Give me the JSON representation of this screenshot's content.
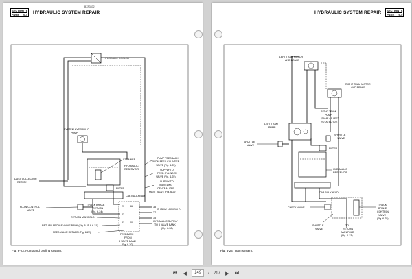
{
  "left_page": {
    "section_label": "SECTION",
    "section_value": "6",
    "page_label": "PAGE",
    "page_value": "6-4",
    "title": "HYDRAULIC SYSTEM REPAIR",
    "doc_number": "BXF3832",
    "figure_caption": "Fig. 6-23.  Pump and cooling system.",
    "labels": {
      "hydraulic_cooler": "HYDRAULIC COOLER",
      "system_pump_1": "SYSTEM HYDRAULIC",
      "system_pump_2": "PUMP",
      "strainer": "STRAINER",
      "reservoir_1": "HYDRAULIC",
      "reservoir_2": "RESERVOIR",
      "filter": "FILTER",
      "cab_bulkhead": "CAB BULKHEAD",
      "dust_collector_1": "DUST COLLECTOR",
      "dust_collector_2": "RETURN",
      "flow_control_1": "FLOW CONTROL",
      "flow_control_2": "VALVE",
      "pump_feedback_1": "PUMP FEEDBACK",
      "pump_feedback_2": "FROM FEED CYLINDER",
      "pump_feedback_3": "VALVE (Fig. 6-25)",
      "supply_feed_1": "SUPPLY TO",
      "supply_feed_2": "FEED CYLINDER",
      "supply_feed_3": "VALVE (Fig. 6-25)",
      "supply_mast_1": "SUPPLY TO",
      "supply_mast_2": "TRAVELING",
      "supply_mast_3": "CENTRALIZER",
      "supply_mast_4": "MAST VALVE (Fig. 6-22)",
      "track_return_1": "TRACK BRAKE",
      "track_return_2": "RETURN",
      "track_return_3": "(Fig. 6-24)",
      "supply_manifold": "SUPPLY MANIFOLD",
      "return_manifold": "RETURN MANIFOLD",
      "hyd_supply_1": "HYDRAULIC SUPPLY",
      "hyd_supply_2": "TO 8 VALVE BANK",
      "hyd_supply_3": "(Fig. 6-30)",
      "return_8_valve": "RETURN FROM 8 VALVE BANK (Fig. 6-25 & 6-21)",
      "feed_valve_return": "FEED VALVE RETURN (Fig. 6-22)",
      "feedback_1": "FEEDBACK",
      "feedback_2": "FROM",
      "feedback_3": "8 VALVE BANK",
      "feedback_4": "(Fig. 6-30)",
      "port_21": "21",
      "port_36": "36",
      "port_37": "37",
      "port_35": "35",
      "port_38": "38",
      "port_23": "23",
      "port_31": "31",
      "port_20": "20"
    }
  },
  "right_page": {
    "section_label": "SECTION",
    "section_value": "6",
    "page_label": "PAGE",
    "page_value": "6-5",
    "title": "HYDRAULIC SYSTEM REPAIR",
    "figure_caption": "Fig. 6-24.  Tram system.",
    "labels": {
      "left_tram_1": "LEFT TRAM MOTOR",
      "left_tram_2": "AND BRAKE",
      "right_tram_1": "RIGHT TRAM MOTOR",
      "right_tram_2": "AND BRAKE",
      "right_pump_1": "RIGHT TRAM",
      "right_pump_2": "PUMP",
      "right_pump_3": "(SAME AS LEFT,",
      "right_pump_4": "ROTATED 90°)",
      "left_pump_1": "LEFT TRAM",
      "left_pump_2": "PUMP",
      "shuttle_left_1": "SHUTTLE",
      "shuttle_left_2": "VALVE",
      "shuttle_right_1": "SHUTTLE",
      "shuttle_right_2": "VALVE",
      "filter": "FILTER",
      "reservoir_1": "HYDRAULIC",
      "reservoir_2": "RESERVOIR",
      "cab_bulkhead": "CAB BULKHEAD",
      "check_valve": "CHECK VALVE",
      "shuttle_bottom_1": "SHUTTLE",
      "shuttle_bottom_2": "VALVE",
      "return_manifold_1": "TO",
      "return_manifold_2": "RETURN",
      "return_manifold_3": "MANIFOLD",
      "return_manifold_4": "(Fig. 6-23)",
      "track_brake_1": "TRACK",
      "track_brake_2": "BRAKE",
      "track_brake_3": "CONTROL",
      "track_brake_4": "VALVE",
      "track_brake_5": "(Fig. 6-25)"
    }
  },
  "toolbar": {
    "current_page": "149",
    "page_separator": "/",
    "total_pages": "217"
  }
}
